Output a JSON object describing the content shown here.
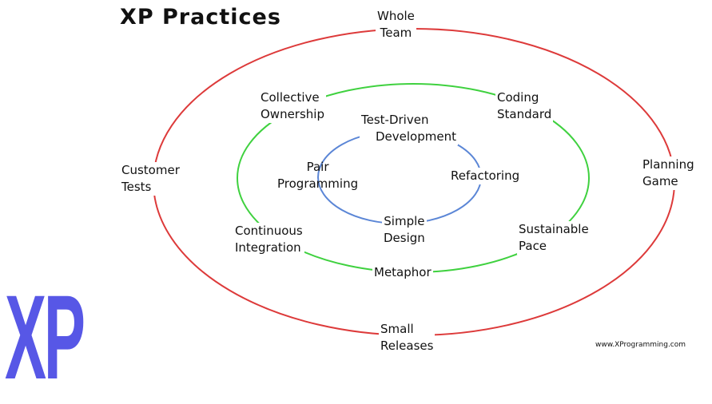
{
  "title": "XP Practices",
  "logo_text": "XP",
  "credit": "www.XProgramming.com",
  "colors": {
    "outer_ring": "#dd3a3a",
    "middle_ring": "#3fd13f",
    "inner_ring": "#5b86d6",
    "logo": "#5757e6"
  },
  "outer": {
    "whole_team": [
      "Whole",
      "Team"
    ],
    "customer_tests": [
      "Customer",
      "Tests"
    ],
    "planning_game": [
      "Planning",
      "Game"
    ],
    "small_releases": [
      "Small",
      "Releases"
    ]
  },
  "middle": {
    "collective_ownership": [
      "Collective",
      "Ownership"
    ],
    "coding_standard": [
      "Coding",
      "Standard"
    ],
    "continuous_integration": [
      "Continuous",
      "Integration"
    ],
    "sustainable_pace": [
      "Sustainable",
      "Pace"
    ],
    "metaphor": "Metaphor"
  },
  "inner": {
    "tdd": [
      "Test-Driven",
      "Development"
    ],
    "pair_programming": [
      "Pair",
      "Programming"
    ],
    "refactoring": "Refactoring",
    "simple_design": [
      "Simple",
      "Design"
    ]
  }
}
